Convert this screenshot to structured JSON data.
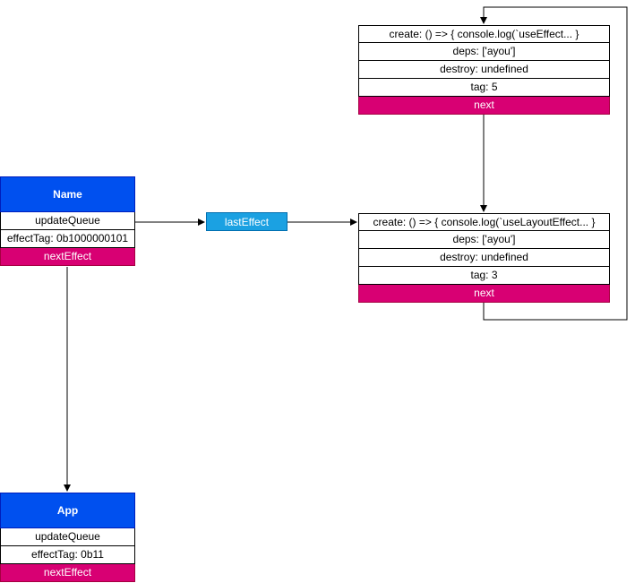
{
  "fiber_name": {
    "title": "Name",
    "update_queue": "updateQueue",
    "effect_tag": "effectTag: 0b1000000101",
    "next_effect": "nextEffect"
  },
  "fiber_app": {
    "title": "App",
    "update_queue": "updateQueue",
    "effect_tag": "effectTag: 0b11",
    "next_effect": "nextEffect"
  },
  "last_effect_label": "lastEffect",
  "effect_use_effect": {
    "create": "create: () => { console.log(`useEffect... }",
    "deps": "deps: ['ayou']",
    "destroy": "destroy: undefined",
    "tag": "tag: 5",
    "next": "next"
  },
  "effect_use_layout_effect": {
    "create": "create: () => { console.log(`useLayoutEffect... }",
    "deps": "deps: ['ayou']",
    "destroy": "destroy: undefined",
    "tag": "tag: 3",
    "next": "next"
  },
  "colors": {
    "fiber_header": "#0050ef",
    "pointer_row": "#d80073",
    "last_effect_box": "#1ba1e2"
  }
}
